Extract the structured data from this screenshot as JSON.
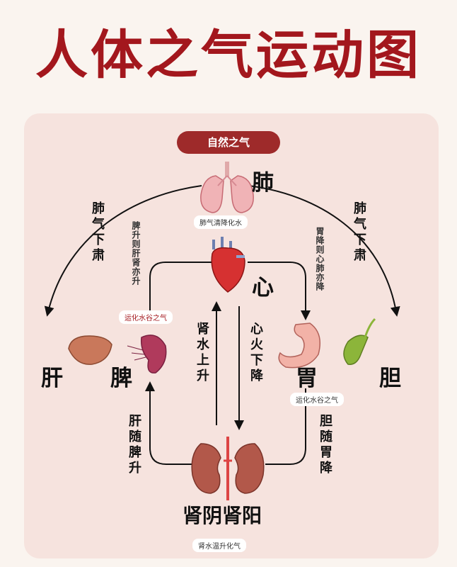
{
  "title": "人体之气运动图",
  "top_label": "自然之气",
  "organs": {
    "lung": "肺",
    "heart": "心",
    "liver": "肝",
    "spleen": "脾",
    "stomach": "胃",
    "gallbladder": "胆",
    "kidney": "肾阴肾阳"
  },
  "captions": {
    "lung": "肺气清降化水",
    "spleen": "运化水谷之气",
    "stomach": "运化水谷之气",
    "kidney": "肾水温升化气"
  },
  "flows": {
    "lung_to_liver": "肺气下肃",
    "lung_to_gallbladder": "肺气下肃",
    "spleen_up": "脾升则肝肾亦升",
    "stomach_down": "胃降则心肺亦降",
    "kidney_water_up": "肾水上升",
    "heart_fire_down": "心火下降",
    "liver_follows_spleen": "肝随脾升",
    "gall_follows_stomach": "胆随胃降"
  },
  "colors": {
    "title": "#a3171d",
    "pill": "#9e2a2a",
    "panel": "#f6e3de"
  }
}
